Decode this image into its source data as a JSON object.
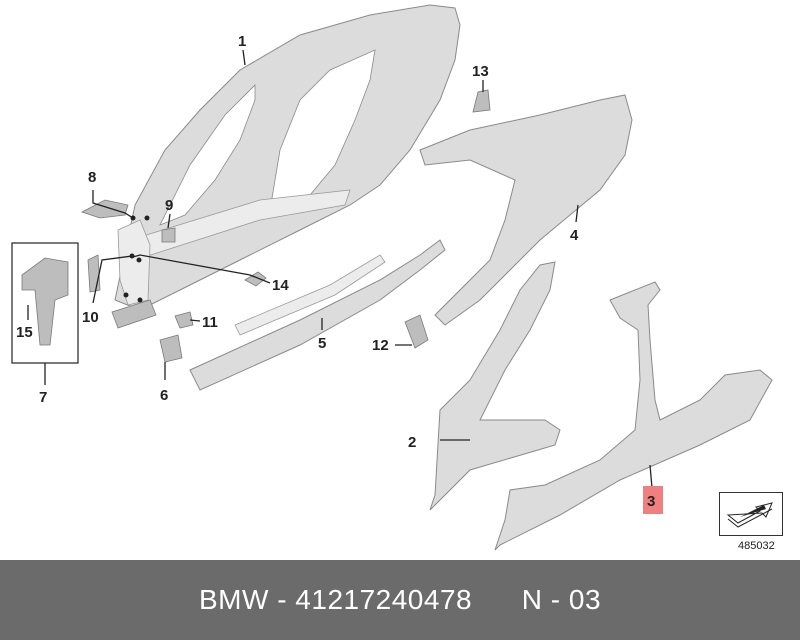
{
  "diagram": {
    "callouts": [
      {
        "id": "c1",
        "text": "1"
      },
      {
        "id": "c2",
        "text": "2"
      },
      {
        "id": "c3",
        "text": "3"
      },
      {
        "id": "c4",
        "text": "4"
      },
      {
        "id": "c5",
        "text": "5"
      },
      {
        "id": "c6",
        "text": "6"
      },
      {
        "id": "c7",
        "text": "7"
      },
      {
        "id": "c8",
        "text": "8"
      },
      {
        "id": "c9",
        "text": "9"
      },
      {
        "id": "c10",
        "text": "10"
      },
      {
        "id": "c11",
        "text": "11"
      },
      {
        "id": "c12",
        "text": "12"
      },
      {
        "id": "c13",
        "text": "13"
      },
      {
        "id": "c14",
        "text": "14"
      },
      {
        "id": "c15",
        "text": "15"
      }
    ],
    "highlight_callout": "3",
    "highlight_color": "#f08080",
    "reference_number": "485032"
  },
  "footer": {
    "text": "BMW - 41217240478      N - 03",
    "background_color": "#6b6b6b"
  }
}
